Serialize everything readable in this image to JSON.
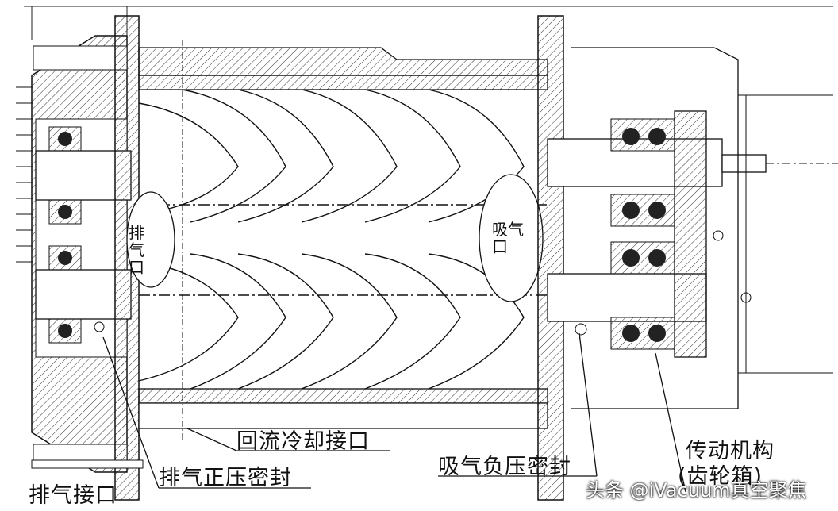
{
  "labels": {
    "exhaust_port_inner": "排气口",
    "suction_port_inner": "吸气口",
    "reflux_cooling_port": "回流冷却接口",
    "exhaust_positive_seal": "排气正压密封",
    "suction_negative_seal": "吸气负压密封",
    "drive_mechanism": "传动机构",
    "gearbox": "(齿轮箱)",
    "exhaust_connection": "排气接口"
  },
  "watermark": "头条 @iVacuum真空聚焦",
  "colors": {
    "line": "#1a1a1a",
    "hatch": "#333333",
    "background": "#ffffff"
  }
}
